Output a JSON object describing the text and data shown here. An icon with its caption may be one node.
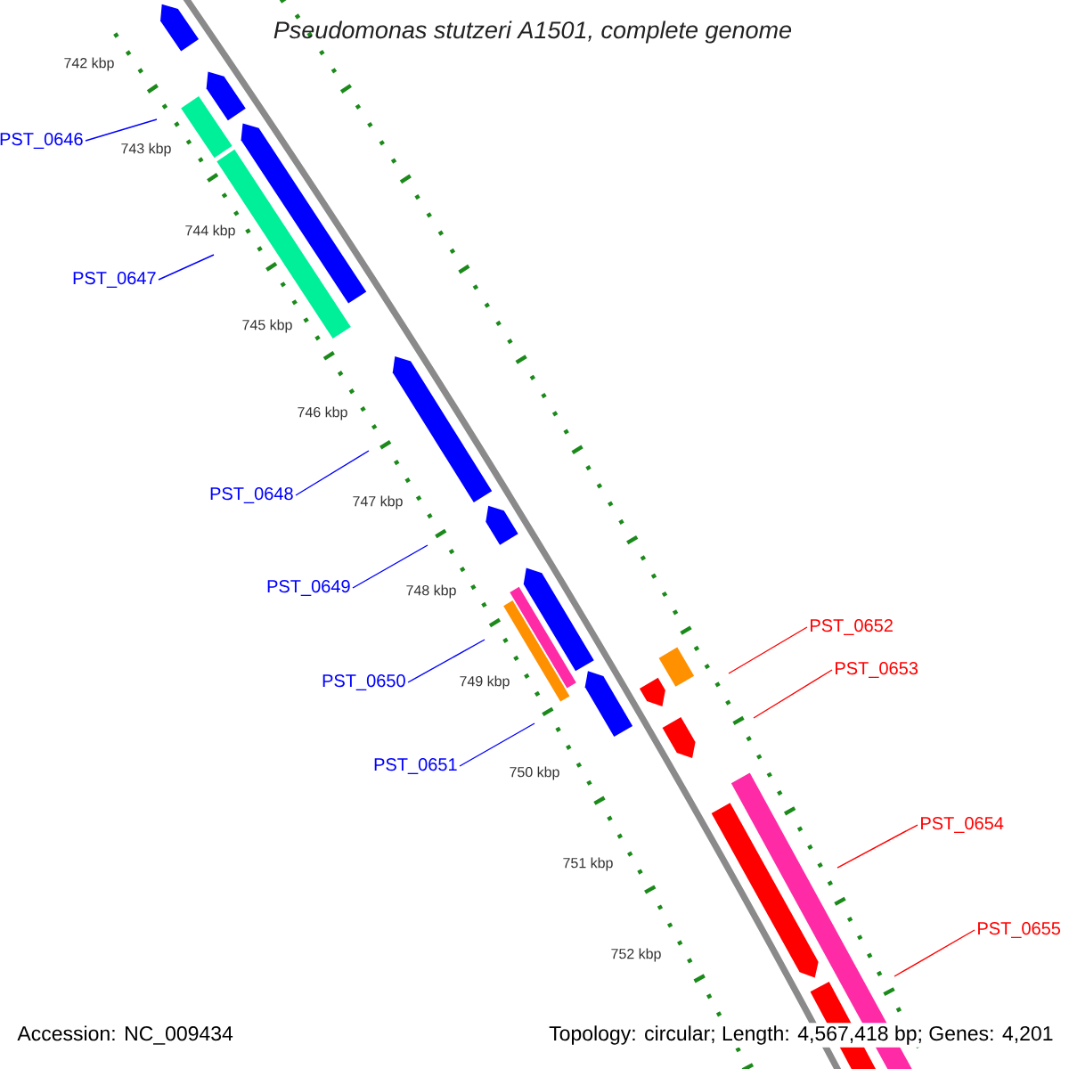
{
  "diagram": {
    "title": "Pseudomonas stutzeri A1501, complete genome",
    "nodes": [
      {
        "text": [
          "PST_0646"
        ]
      },
      {
        "text": [
          "PST_0647"
        ]
      },
      {
        "text": [
          "PST_0648"
        ]
      },
      {
        "text": [
          "PST_0649"
        ]
      },
      {
        "text": [
          "PST_0650"
        ]
      },
      {
        "text": [
          "PST_0651"
        ]
      },
      {
        "text": [
          "PST_0652"
        ]
      },
      {
        "text": [
          "PST_0653"
        ]
      },
      {
        "text": [
          "PST_0654"
        ]
      },
      {
        "text": [
          "PST_0655"
        ]
      }
    ],
    "edges": [
      {
        "from": 0,
        "to": null,
        "arrow": "none"
      },
      {
        "from": 1,
        "to": null,
        "arrow": "none"
      },
      {
        "from": 2,
        "to": null,
        "arrow": "none"
      },
      {
        "from": 3,
        "to": null,
        "arrow": "none"
      },
      {
        "from": 4,
        "to": null,
        "arrow": "none"
      },
      {
        "from": 5,
        "to": null,
        "arrow": "none"
      },
      {
        "from": 6,
        "to": null,
        "arrow": "none",
        "color": "#ff0000"
      },
      {
        "from": 7,
        "to": null,
        "arrow": "none",
        "color": "#ff0000"
      },
      {
        "from": 8,
        "to": null,
        "arrow": "none",
        "color": "#ff0000"
      },
      {
        "from": 9,
        "to": null,
        "arrow": "none",
        "color": "#ff0000"
      }
    ],
    "labels": [
      "742 kbp",
      "743 kbp",
      "744 kbp",
      "745 kbp",
      "746 kbp",
      "747 kbp",
      "748 kbp",
      "749 kbp",
      "750 kbp",
      "751 kbp",
      "752 kbp",
      "Accession: NC_009434",
      "Topology: circular; Length: 4,567,418 bp; Genes: 4,201"
    ]
  }
}
